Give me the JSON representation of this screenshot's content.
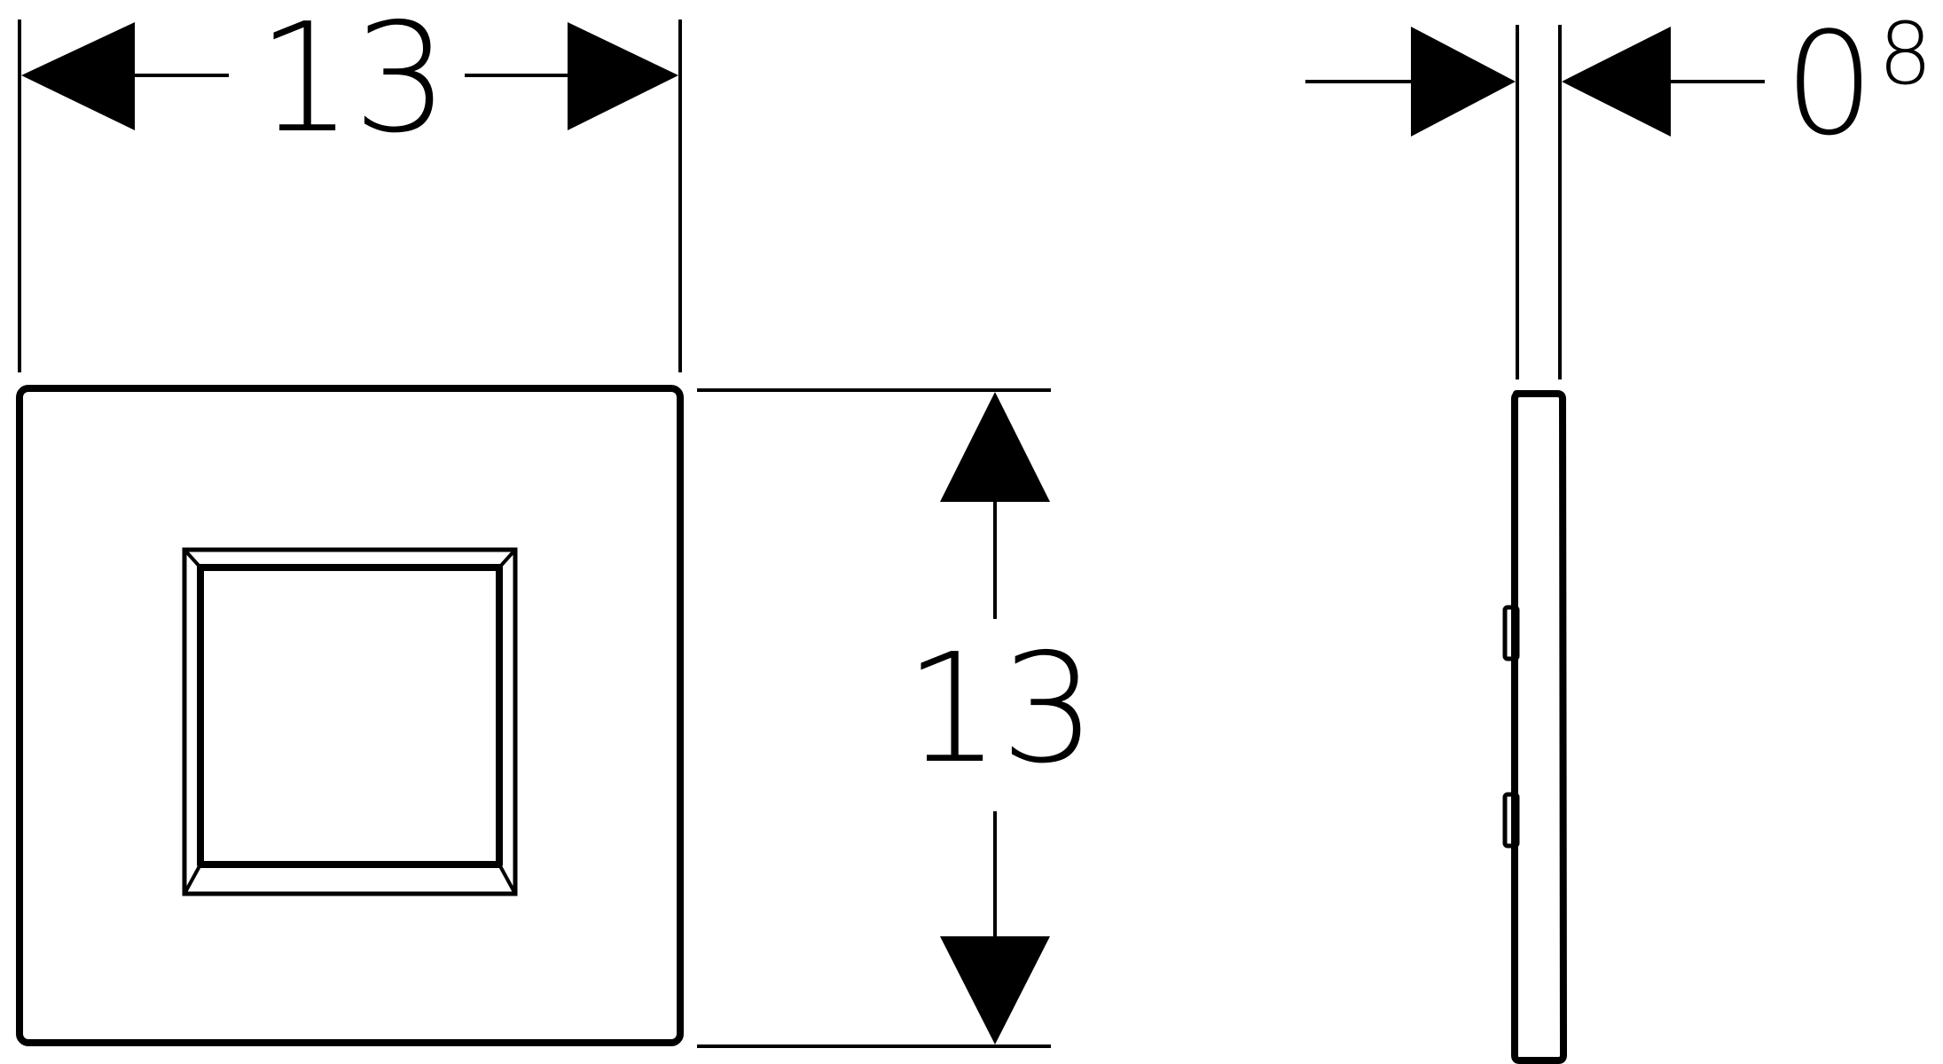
{
  "dimensions": {
    "front_width": "13",
    "front_height": "13",
    "side_thickness_main": "0",
    "side_thickness_sup": "8"
  },
  "colors": {
    "line": "#000000",
    "background": "#ffffff"
  }
}
